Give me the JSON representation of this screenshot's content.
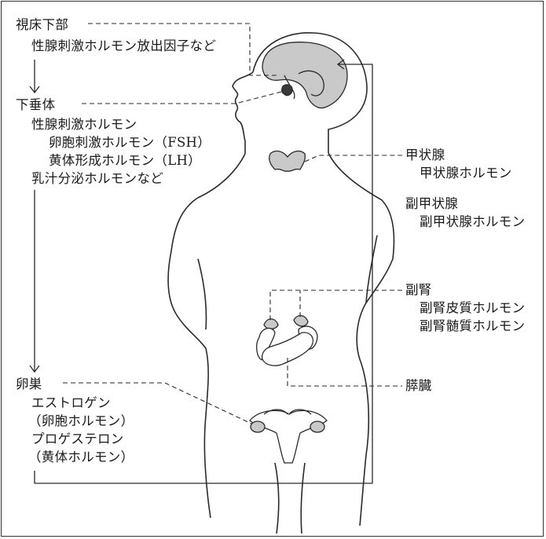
{
  "hypothalamus": {
    "title": "視床下部",
    "hormone": "性腺刺激ホルモン放出因子など"
  },
  "pituitary": {
    "title": "下垂体",
    "hormones": [
      "性腺刺激ホルモン",
      "卵胞刺激ホルモン（FSH）",
      "黄体形成ホルモン（LH）",
      "乳汁分泌ホルモンなど"
    ]
  },
  "ovary": {
    "title": "卵巣",
    "hormones": [
      "エストロゲン",
      "（卵胞ホルモン）",
      "プロゲステロン",
      "（黄体ホルモン）"
    ]
  },
  "thyroid": {
    "title": "甲状腺",
    "hormone": "甲状腺ホルモン"
  },
  "parathyroid": {
    "title": "副甲状腺",
    "hormone": "副甲状腺ホルモン"
  },
  "adrenal": {
    "title": "副腎",
    "hormones": [
      "副腎皮質ホルモン",
      "副腎髄質ホルモン"
    ]
  },
  "pancreas": {
    "title": "膵臓"
  },
  "colors": {
    "line": "#2a2a2a",
    "organ_fill": "#c9c9c9",
    "organ_dark": "#3a3a3a"
  }
}
